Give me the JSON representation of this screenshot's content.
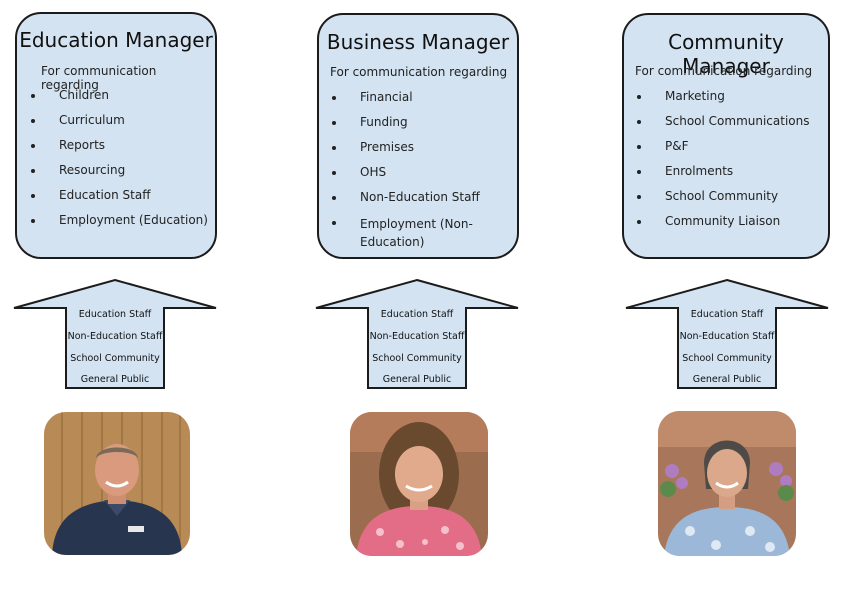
{
  "colors": {
    "card_fill": "#d3e3f2",
    "outline": "#1b1b1b",
    "arrow_fill": "#d3e3f2"
  },
  "managers": [
    {
      "title": "Education Manager",
      "intro": "For communication regarding",
      "items": [
        "Children",
        "Curriculum",
        "Reports",
        "Resourcing",
        "Education Staff",
        "Employment (Education)"
      ]
    },
    {
      "title": "Business Manager",
      "intro": "For communication regarding",
      "items": [
        "Financial",
        "Funding",
        "Premises",
        "OHS",
        "Non-Education Staff",
        "Employment (Non-",
        "Education)"
      ]
    },
    {
      "title": "Community Manager",
      "intro": "For communication regarding",
      "items": [
        "Marketing",
        "School Communications",
        "P&F",
        "Enrolments",
        "School Community",
        "Community Liaison"
      ]
    }
  ],
  "arrows": [
    {
      "labels": [
        "Education Staff",
        "Non-Education Staff",
        "School Community",
        "General Public"
      ]
    },
    {
      "labels": [
        "Education Staff",
        "Non-Education Staff",
        "School Community",
        "General Public"
      ]
    },
    {
      "labels": [
        "Education Staff",
        "Non-Education Staff",
        "School Community",
        "General Public"
      ]
    }
  ]
}
